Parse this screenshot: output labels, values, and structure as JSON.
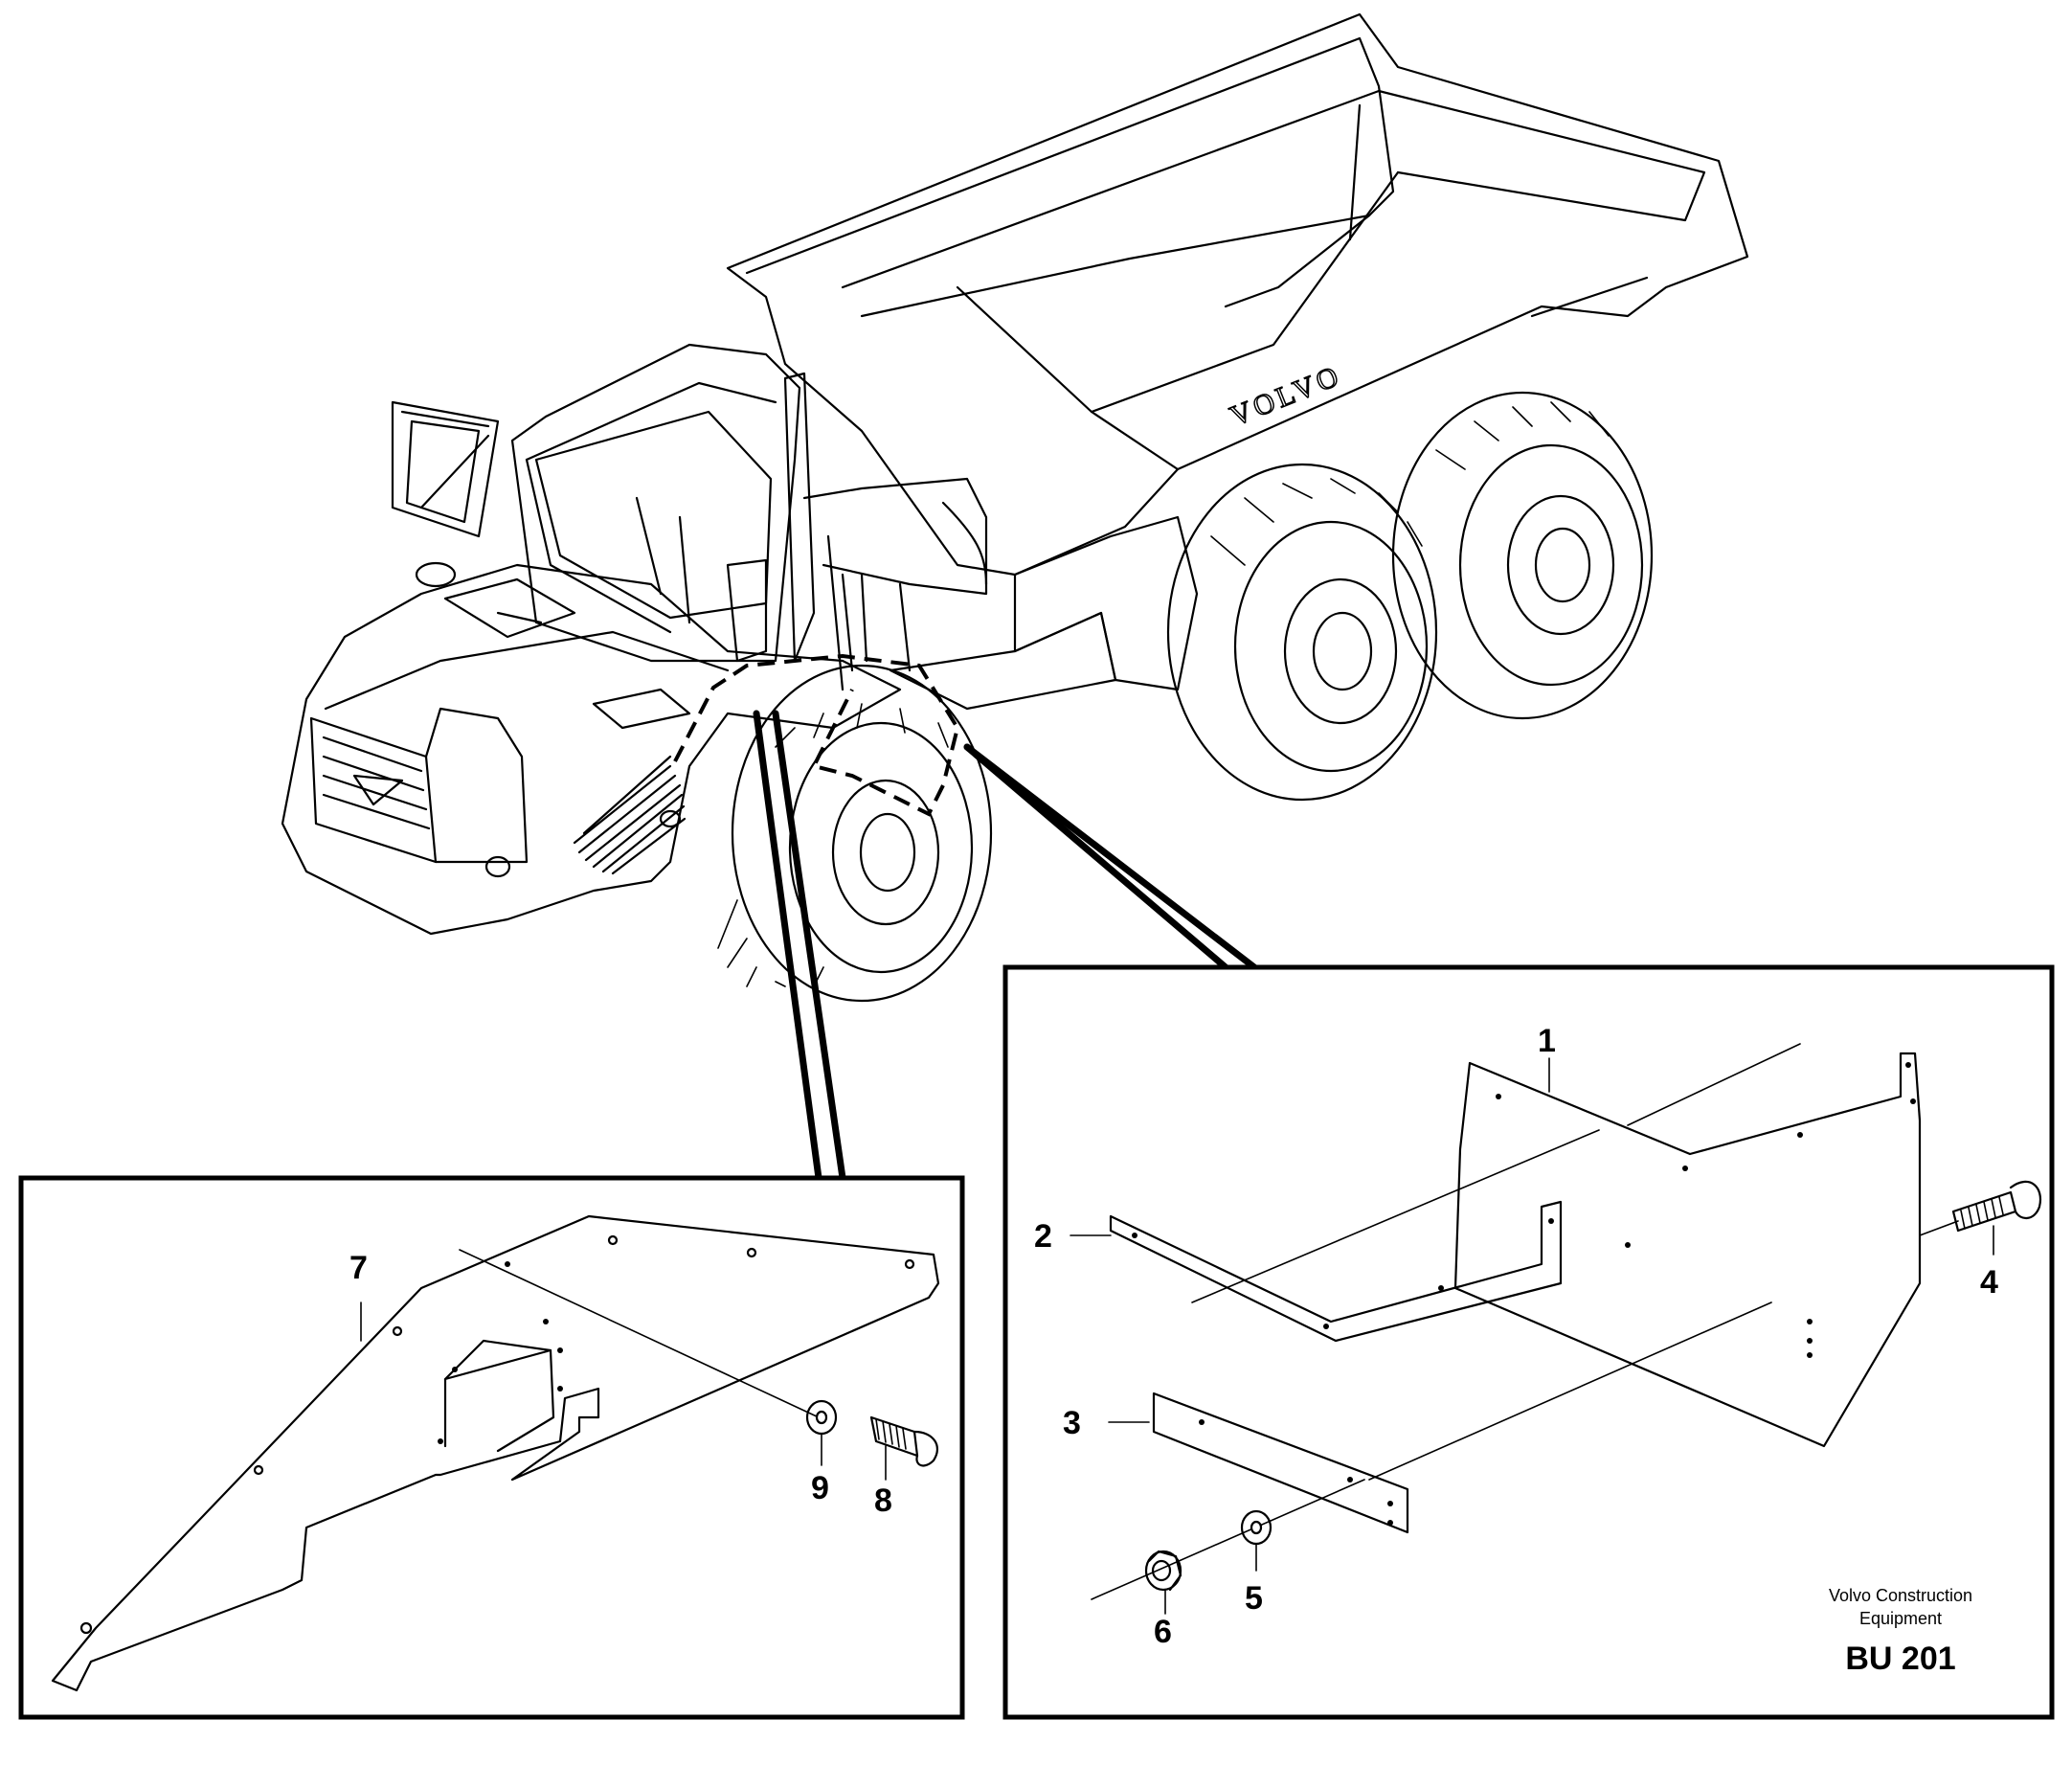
{
  "main_view": {
    "body_logo": "VOLVO"
  },
  "detail_left": {
    "callouts": [
      "7",
      "9",
      "8"
    ]
  },
  "detail_right": {
    "callouts": [
      "1",
      "2",
      "3",
      "4",
      "5",
      "6"
    ]
  },
  "footer": {
    "company_line1": "Volvo Construction",
    "company_line2": "Equipment",
    "illustration_code": "BU 201"
  }
}
